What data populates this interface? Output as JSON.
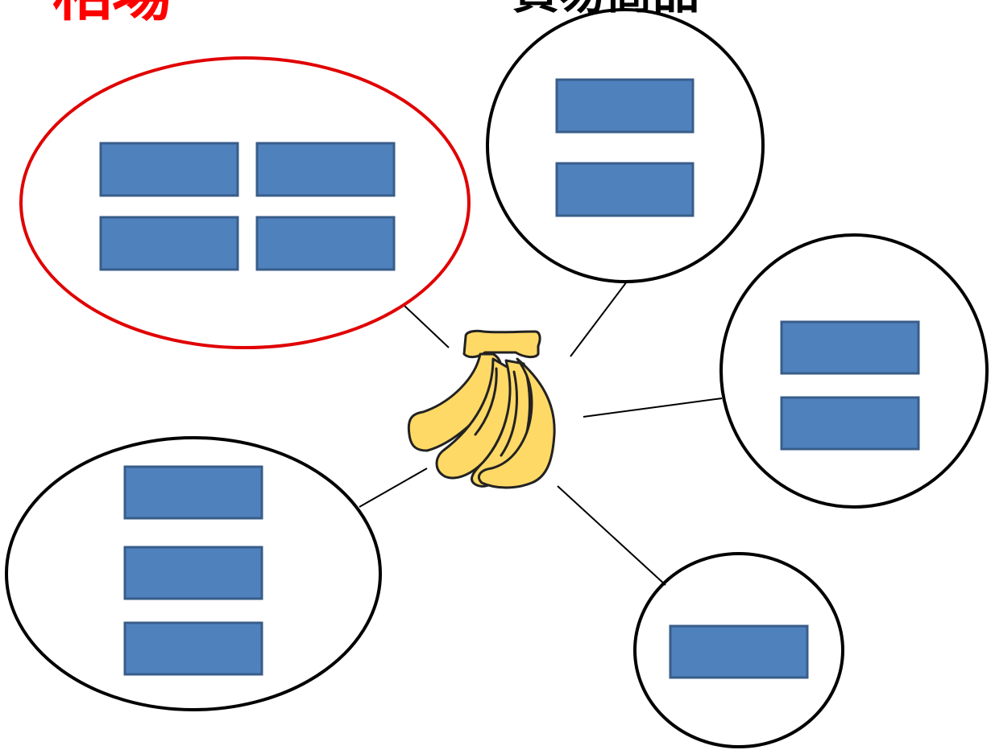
{
  "titles": {
    "left": "相場",
    "center": "貿易商品"
  },
  "colors": {
    "title_left": "#ff0000",
    "title_center": "#000000",
    "highlight_outline": "#e00000",
    "outline": "#000000",
    "box_fill": "#4f81bd",
    "box_stroke": "#385d8a",
    "banana_fill": "#ffd966",
    "banana_stroke": "#222222"
  },
  "icons": {
    "center": "banana-bunch-icon"
  },
  "groups": [
    {
      "name": "cluster-top-left",
      "highlighted": true,
      "box_count": 4
    },
    {
      "name": "cluster-top-center",
      "highlighted": false,
      "box_count": 2
    },
    {
      "name": "cluster-right",
      "highlighted": false,
      "box_count": 2
    },
    {
      "name": "cluster-bottom-left",
      "highlighted": false,
      "box_count": 3
    },
    {
      "name": "cluster-bottom-right",
      "highlighted": false,
      "box_count": 1
    }
  ]
}
